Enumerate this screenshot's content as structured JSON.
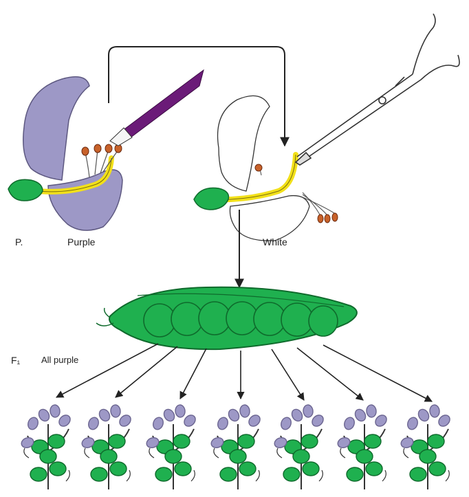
{
  "labels": {
    "p_generation": "P.",
    "purple_parent": "Purple",
    "white_parent": "White",
    "f1_generation": "F₁",
    "f1_result": "All purple"
  },
  "colors": {
    "purple_petal": "#9d98c6",
    "purple_flower": "#6b6590",
    "white_petal": "#ffffff",
    "green": "#1fb04f",
    "dark_green": "#0f6a2c",
    "yellow": "#f2e01a",
    "anther": "#c8622a",
    "brush": "#6b1b78",
    "outline": "#222222"
  },
  "icons": {
    "brush": "paintbrush-icon",
    "scissors": "scissors-icon"
  },
  "f1_plant_count": 7
}
